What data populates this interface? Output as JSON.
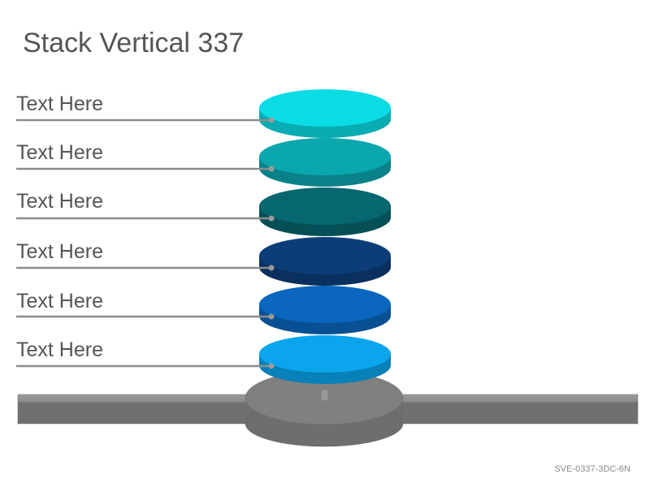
{
  "title": "Stack Vertical 337",
  "items": [
    {
      "label": "Text Here",
      "color": "#0ADCE6"
    },
    {
      "label": "Text Here",
      "color": "#0AA7AE"
    },
    {
      "label": "Text Here",
      "color": "#066770"
    },
    {
      "label": "Text Here",
      "color": "#0C3D78"
    },
    {
      "label": "Text Here",
      "color": "#0A66BE"
    },
    {
      "label": "Text Here",
      "color": "#0AA5EC"
    }
  ],
  "base_color": "#7A7A7A",
  "line_color": "#8C8C8C",
  "code": "SVE-0337-3DC-6N"
}
